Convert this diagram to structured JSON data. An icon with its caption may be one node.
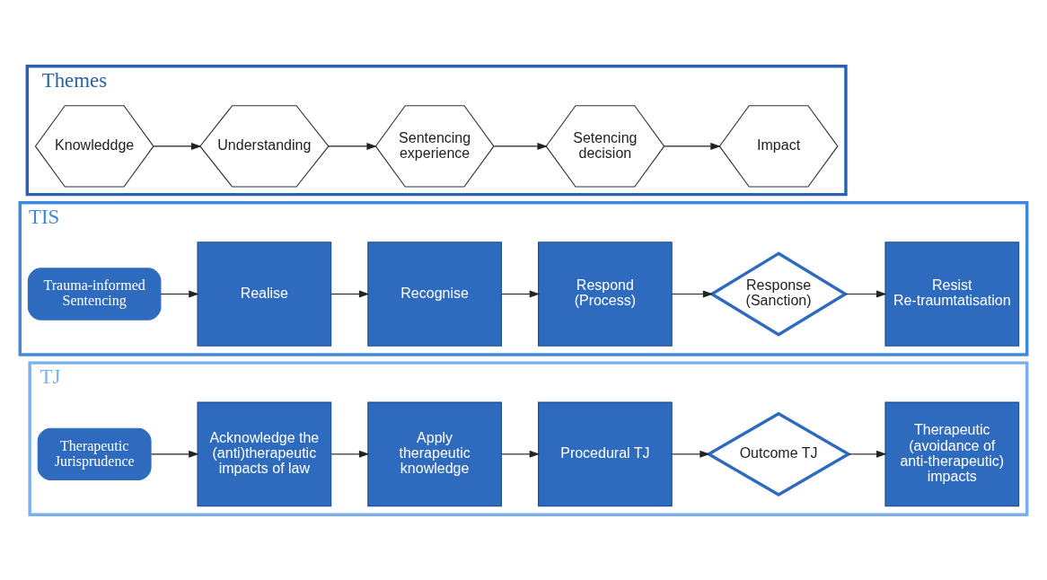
{
  "diagram": {
    "nodes": [
      {
        "text": [
          "Themes"
        ]
      },
      {
        "text": [
          "Knowleddge"
        ],
        "in": 0
      },
      {
        "text": [
          "Understanding"
        ],
        "in": 0
      },
      {
        "text": [
          "Sentencing experience"
        ],
        "in": 0
      },
      {
        "text": [
          "Setencing decision"
        ],
        "in": 0
      },
      {
        "text": [
          "Impact"
        ],
        "in": 0
      },
      {
        "text": [
          "TIS"
        ]
      },
      {
        "text": [
          "Trauma-informed Sentencing"
        ],
        "in": 6
      },
      {
        "text": [
          "Realise"
        ],
        "in": 6
      },
      {
        "text": [
          "Recognise"
        ],
        "in": 6
      },
      {
        "text": [
          "Respond (Process)"
        ],
        "in": 6
      },
      {
        "text": [
          "Response (Sanction)"
        ],
        "in": 6
      },
      {
        "text": [
          "Resist Re-traumtatisation"
        ],
        "in": 6
      },
      {
        "text": [
          "TJ"
        ]
      },
      {
        "text": [
          "Therapeutic Jurisprudence"
        ],
        "in": 13
      },
      {
        "text": [
          "Acknowledge the (anti)therapeutic impacts of law"
        ],
        "in": 13
      },
      {
        "text": [
          "Apply therapeutic knowledge"
        ],
        "in": 13
      },
      {
        "text": [
          "Procedural TJ"
        ],
        "in": 13
      },
      {
        "text": [
          "Outcome TJ"
        ],
        "in": 13
      },
      {
        "text": [
          "Therapeutic (avoidance of anti-therapeutic) impacts"
        ],
        "in": 13
      }
    ],
    "edges": [
      {
        "from": 1,
        "to": 2,
        "arrow": "to"
      },
      {
        "from": 2,
        "to": 3,
        "arrow": "to"
      },
      {
        "from": 3,
        "to": 4,
        "arrow": "to"
      },
      {
        "from": 4,
        "to": 5,
        "arrow": "to"
      },
      {
        "from": 7,
        "to": 8,
        "arrow": "to"
      },
      {
        "from": 8,
        "to": 9,
        "arrow": "to"
      },
      {
        "from": 9,
        "to": 10,
        "arrow": "to"
      },
      {
        "from": 10,
        "to": 11,
        "arrow": "to"
      },
      {
        "from": 11,
        "to": 12,
        "arrow": "to"
      },
      {
        "from": 14,
        "to": 15,
        "arrow": "to"
      },
      {
        "from": 15,
        "to": 16,
        "arrow": "to"
      },
      {
        "from": 16,
        "to": 17,
        "arrow": "to"
      },
      {
        "from": 17,
        "to": 18,
        "arrow": "to"
      },
      {
        "from": 18,
        "to": 19,
        "arrow": "to"
      }
    ]
  }
}
